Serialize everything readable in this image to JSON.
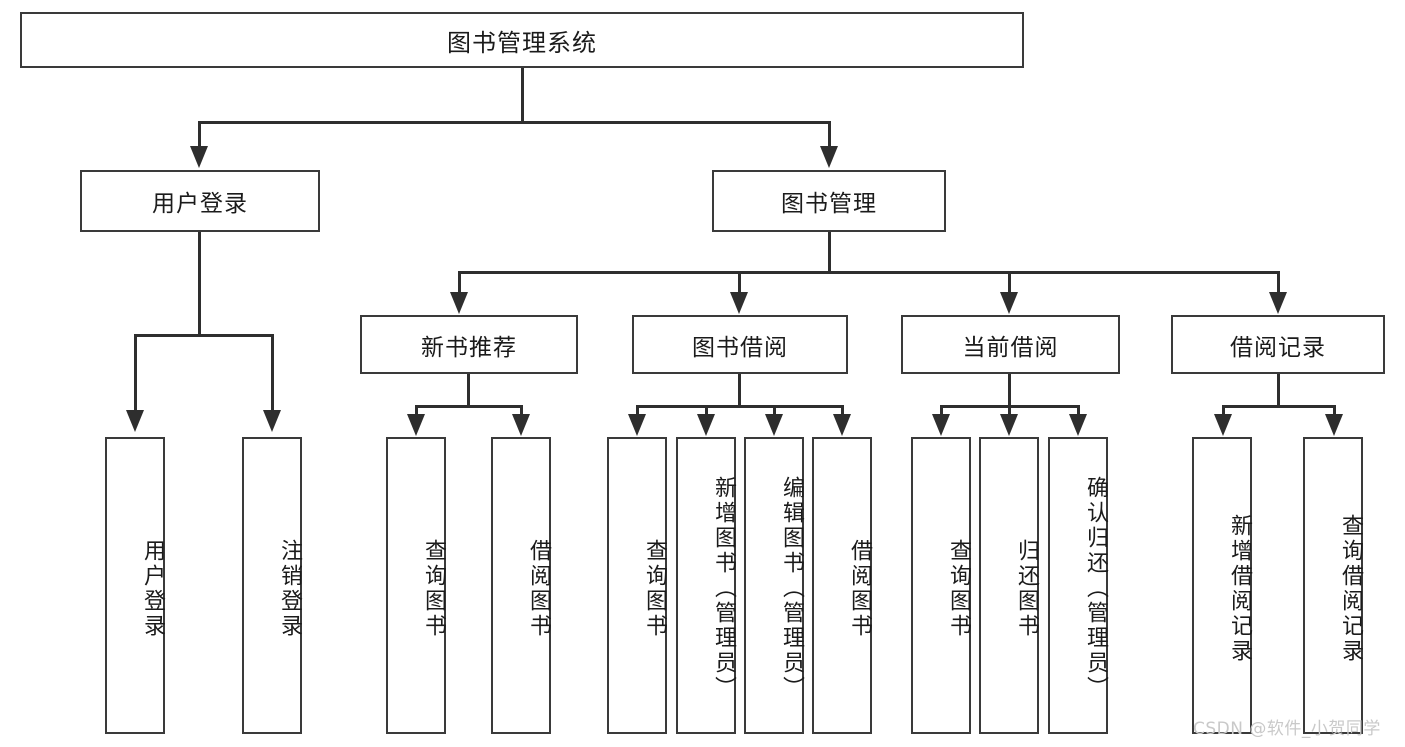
{
  "diagram": {
    "title": "图书管理系统",
    "type": "hierarchy-tree",
    "root": {
      "label": "图书管理系统"
    },
    "level1": [
      {
        "label": "用户登录"
      },
      {
        "label": "图书管理"
      }
    ],
    "level2": [
      {
        "label": "新书推荐"
      },
      {
        "label": "图书借阅"
      },
      {
        "label": "当前借阅"
      },
      {
        "label": "借阅记录"
      }
    ],
    "leaves": {
      "user_login": [
        {
          "label": "用户登录"
        },
        {
          "label": "注销登录"
        }
      ],
      "new_book_recommend": [
        {
          "label": "查询图书"
        },
        {
          "label": "借阅图书"
        }
      ],
      "book_borrow": [
        {
          "label": "查询图书"
        },
        {
          "label": "新增图书（管理员）"
        },
        {
          "label": "编辑图书（管理员）"
        },
        {
          "label": "借阅图书"
        }
      ],
      "current_borrow": [
        {
          "label": "查询图书"
        },
        {
          "label": "归还图书"
        },
        {
          "label": "确认归还（管理员）"
        }
      ],
      "borrow_record": [
        {
          "label": "新增借阅记录"
        },
        {
          "label": "查询借阅记录"
        }
      ]
    }
  },
  "watermark": {
    "text": "CSDN @软件_小贺同学"
  },
  "colors": {
    "box_border": "#3a3a3a",
    "line": "#2e2e2e",
    "background": "#ffffff",
    "text": "#1b1b1b",
    "watermark": "#c9c9c9"
  }
}
